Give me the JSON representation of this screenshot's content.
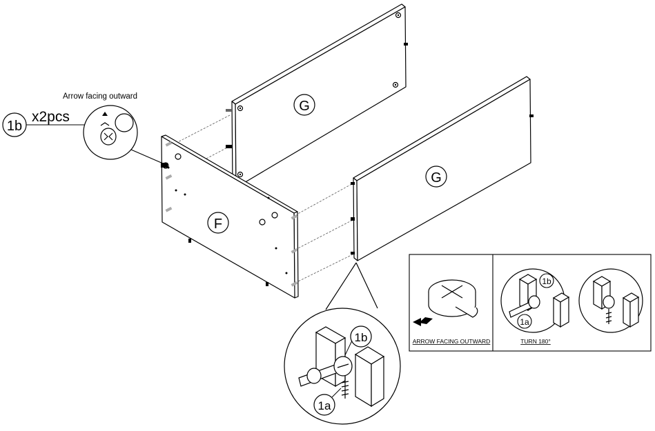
{
  "part_callout": {
    "label": "1b",
    "quantity": "x2pcs",
    "note": "Arrow facing outward"
  },
  "panels": {
    "back_panel": "G",
    "front_panel": "G",
    "side_panel": "F"
  },
  "zoom_callout": {
    "cam_label": "1b",
    "bolt_label": "1a"
  },
  "instruction_box": {
    "left_caption": "ARROW FACING OUTWARD",
    "right_caption": "TURN 180°",
    "cam_label": "1b",
    "bolt_label": "1a"
  }
}
